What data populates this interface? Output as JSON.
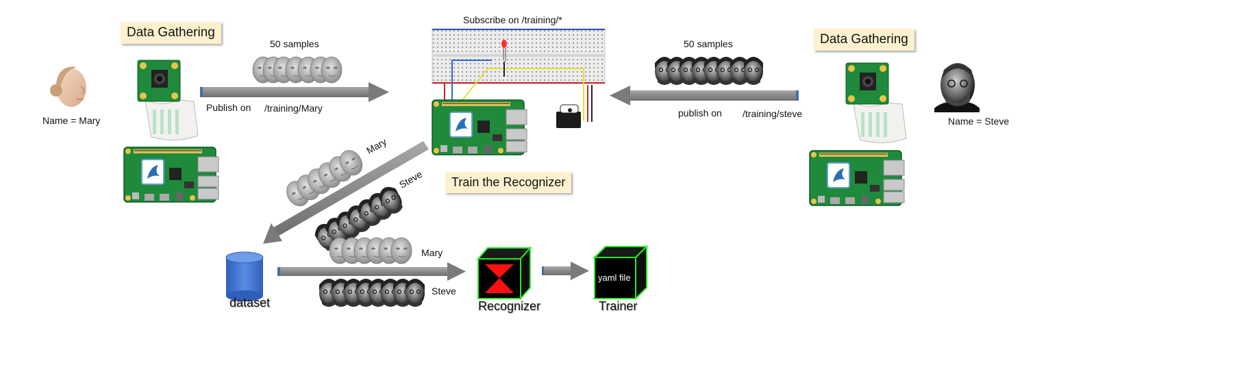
{
  "left_station": {
    "label": "Data Gathering",
    "person_name": "Name = Mary",
    "sample_count": "50 samples",
    "publish_label": "Publish on",
    "topic": "/training/Mary"
  },
  "right_station": {
    "label": "Data Gathering",
    "person_name": "Name = Steve",
    "sample_count": "50 samples",
    "publish_label": "publish on",
    "topic": "/training/steve"
  },
  "center": {
    "subscribe_label": "Subscribe on /training/*",
    "train_label": "Train the Recognizer",
    "stream_label_a": "Mary",
    "stream_label_b": "Steve"
  },
  "bottom": {
    "dataset_label": "dataset",
    "row_label_a": "Mary",
    "row_label_b": "Steve",
    "recognizer_label": "Recognizer",
    "trainer_label": "Trainer",
    "yaml_label": "yaml file"
  },
  "colors": {
    "arrow": "#8a8a8a",
    "note_bg": "#fdf1cf",
    "board_green": "#1f8a3b",
    "cube_edge": "#22ee22",
    "dataset_blue": "#3b6fd0",
    "hourglass_red": "#ff1010"
  },
  "icons": [
    "face-icon",
    "camera-module-icon",
    "raspberry-pi-icon",
    "breadboard-icon",
    "servo-icon",
    "database-icon",
    "cube-icon"
  ]
}
